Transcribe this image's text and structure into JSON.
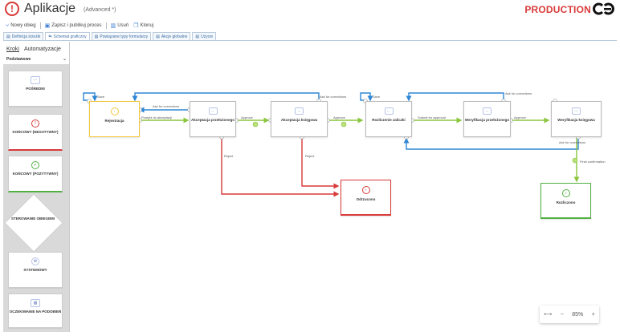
{
  "header": {
    "title": "Aplikacje",
    "subtitle": "(Advanced *)",
    "brand": "PRODUCTION"
  },
  "toolbar": {
    "new_run": "Nowy obieg",
    "save_publish": "Zapisz i publikuj proces",
    "delete": "Usuń",
    "clone": "Klonuj"
  },
  "tabs": [
    {
      "label": "Definicja ścieżki",
      "icon": "document-icon"
    },
    {
      "label": "Schemat graficzny",
      "icon": "diagram-icon"
    },
    {
      "label": "Powiązane typy formularzy",
      "icon": "forms-icon"
    },
    {
      "label": "Akcje globalne",
      "icon": "actions-icon"
    },
    {
      "label": "Użycie",
      "icon": "usage-icon"
    }
  ],
  "left_panel": {
    "subtabs": [
      "Kroki",
      "Automatyzacje"
    ],
    "group": "Podstawowe",
    "items": [
      {
        "label": "POŚREDNI",
        "color": "#cccccc"
      },
      {
        "label": "KOŃCOWY (NEGATYWNY)",
        "color": "#d93a3a"
      },
      {
        "label": "KOŃCOWY (POZYTYWNY)",
        "color": "#52b043"
      },
      {
        "label": "STEROWANIE OBIEGIEM",
        "color": "#cccccc"
      },
      {
        "label": "SYSTEMOWY",
        "color": "#cccccc"
      },
      {
        "label": "OCZEKIWANIE NA PODOBIEŃ",
        "color": "#cccccc"
      }
    ]
  },
  "diagram": {
    "nodes": {
      "rejestracja": "Rejestracja",
      "akc_przel": "Akceptacja przełożonego",
      "akc_ksieg": "Akceptacja księgowa",
      "rozliczenie": "Rozliczenie zaliczki",
      "wer_przel": "Weryfikacja przełożonego",
      "wer_ksieg": "Weryfikacja księgowa",
      "odrzucono": "Odrzucono",
      "rozliczono": "Rozliczono"
    },
    "labels": {
      "save1": "Save",
      "save2": "Save",
      "ask1": "Ask for corrections",
      "ask2": "Ask for corrections",
      "ask3": "Ask for corrections",
      "ask4": "Ask for corrections",
      "przejdz": "Przejdź do akceptacji",
      "approve1": "Approve",
      "approve2": "Approve",
      "approve3": "Approve",
      "submit": "Submit for approval",
      "reject1": "Reject",
      "reject2": "Reject",
      "final": "Final confirmation"
    },
    "colors": {
      "blue": "#2f86d4",
      "green": "#8cc63f",
      "red": "#d93a3a",
      "yellow": "#f3c73a"
    }
  },
  "zoom": {
    "level": "85%"
  }
}
